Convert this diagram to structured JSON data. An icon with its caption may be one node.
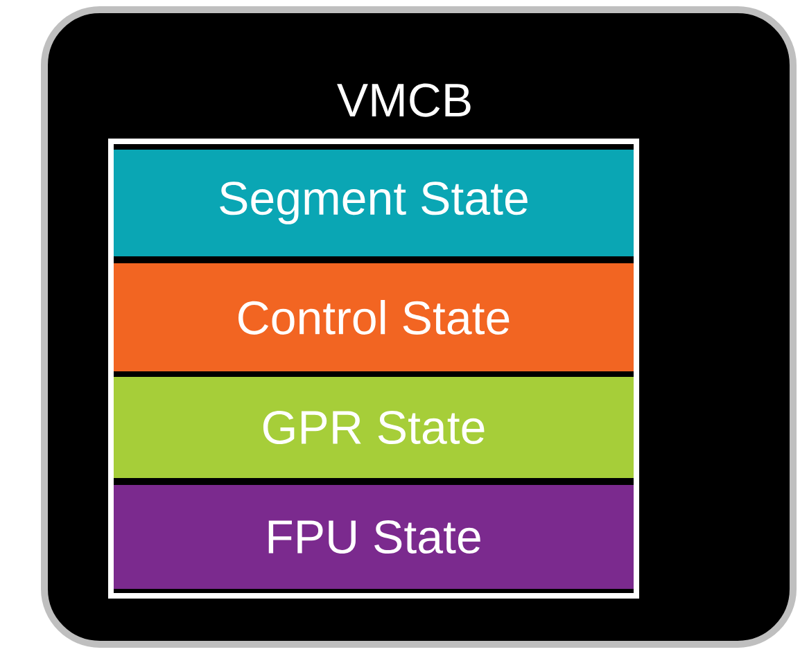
{
  "diagram": {
    "nodes": [
      {
        "text": [
          "VMCB"
        ]
      },
      {
        "text": [
          "Segment State"
        ],
        "in": 0
      },
      {
        "text": [
          "Control State"
        ],
        "in": 0
      },
      {
        "text": [
          "GPR State"
        ],
        "in": 0
      },
      {
        "text": [
          "FPU State"
        ],
        "in": 0
      }
    ]
  }
}
